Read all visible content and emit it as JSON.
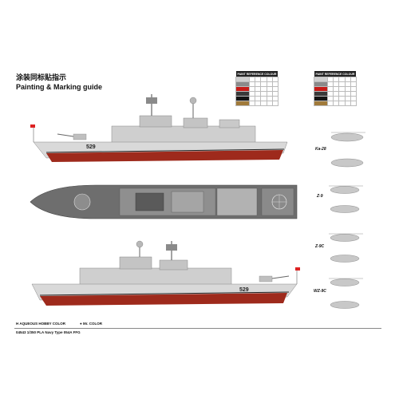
{
  "header": {
    "title_cn": "涂装同标贴指示",
    "title_en": "Painting & Marking guide"
  },
  "reference_tables": [
    {
      "heading": "PAINT  REFERENCE COLOUR",
      "swatches": [
        "#cfcfcf",
        "#8a8a8a",
        "#c61b17",
        "#3a3a3a",
        "#141414",
        "#a07a3a"
      ]
    },
    {
      "heading": "PAINT  REFERENCE COLOUR",
      "swatches": [
        "#cfcfcf",
        "#8a8a8a",
        "#c61b17",
        "#3a3a3a",
        "#141414",
        "#a07a3a"
      ]
    }
  ],
  "hull_number": "529",
  "helicopters": [
    {
      "label": "Ka-28"
    },
    {
      "label": "Z-9"
    },
    {
      "label": "Z-9C"
    },
    {
      "label": "WZ-9C"
    }
  ],
  "footer": {
    "aqueous_icon": "H",
    "aqueous_label": "AQUEOUS HOBBY COLOR",
    "mr_color_icon": "●",
    "mr_color_label": "Mr. COLOR",
    "model_line": "04543  1/350   PLA Navy Type 054A FFG"
  },
  "colors": {
    "hull_red": "#9e2a1c",
    "hull_grey": "#d6d6d6",
    "deck_grey": "#6e6e6e",
    "boot_black": "#222222"
  }
}
